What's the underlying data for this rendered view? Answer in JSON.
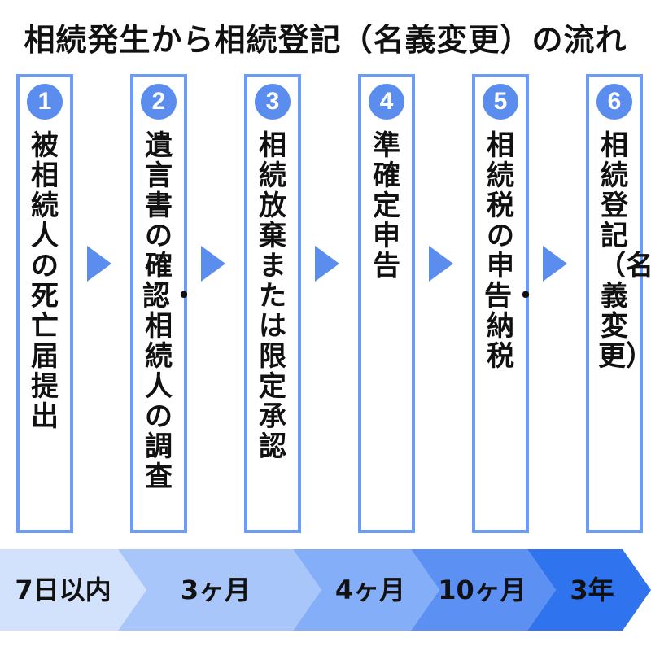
{
  "title": "相続発生から相続登記（名義変更）の流れ",
  "steps": [
    {
      "number": "1",
      "label": "被相続人の死亡届提出"
    },
    {
      "number": "2",
      "label": "遺言書の確認・相続人の調査"
    },
    {
      "number": "3",
      "label": "相続放棄または限定承認"
    },
    {
      "number": "4",
      "label": "準確定申告"
    },
    {
      "number": "5",
      "label": "相続税の申告・納税"
    },
    {
      "number": "6",
      "label": "相続登記（名義変更）"
    }
  ],
  "timeline": [
    {
      "label": "7日以内",
      "color": "#d3e2fc"
    },
    {
      "label": "3ヶ月",
      "color": "#a9c6fb"
    },
    {
      "label": "4ヶ月",
      "color": "#85aef8"
    },
    {
      "label": "10ヶ月",
      "color": "#5c91f3"
    },
    {
      "label": "3年",
      "color": "#2f73ee"
    }
  ],
  "colors": {
    "box_border": "#6d9cf7",
    "circle": "#5b8def",
    "arrow": "#5b8def"
  }
}
